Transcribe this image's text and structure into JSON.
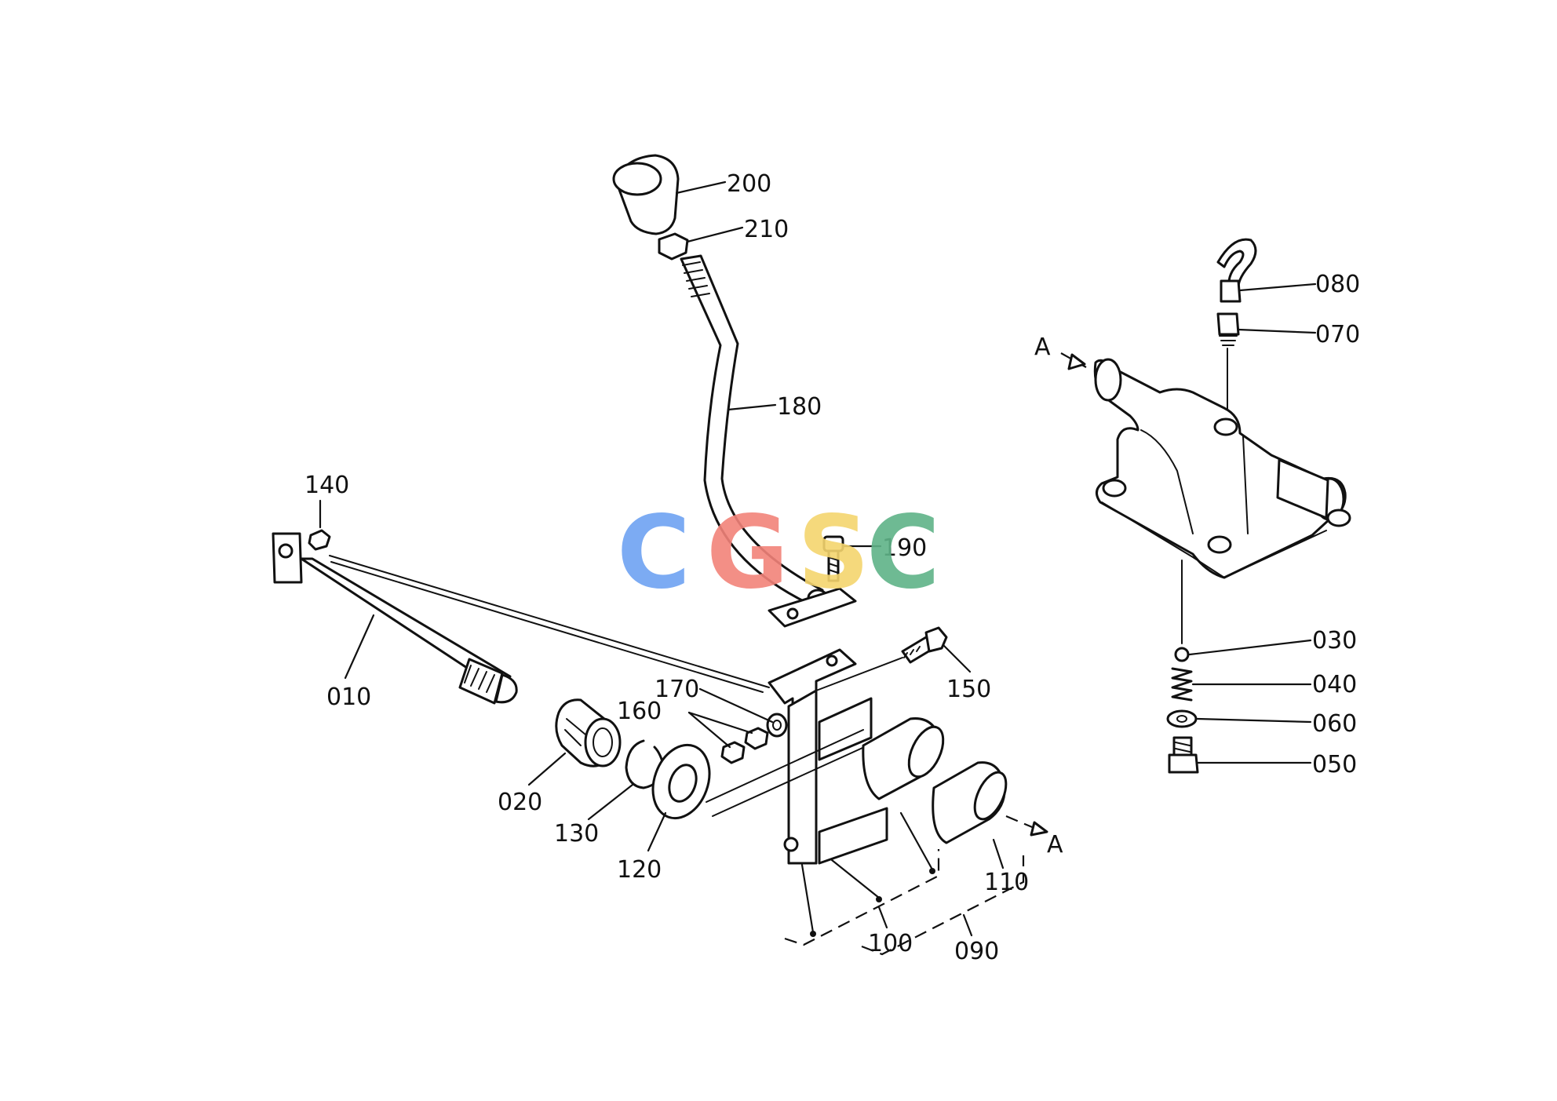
{
  "callouts": {
    "p200": "200",
    "p210": "210",
    "p180": "180",
    "p190": "190",
    "p140": "140",
    "p010": "010",
    "p020": "020",
    "p130": "130",
    "p120": "120",
    "p170": "170",
    "p160": "160",
    "p150": "150",
    "p110": "110",
    "p100": "100",
    "p090": "090",
    "p080": "080",
    "p070": "070",
    "p030": "030",
    "p040": "040",
    "p060": "060",
    "p050": "050",
    "section_a_left": "A",
    "section_a_right": "A"
  },
  "watermark": {
    "letters": [
      "C",
      "G",
      "S",
      "C"
    ],
    "colors": [
      "#6ea3f2",
      "#f2837a",
      "#f5d56e",
      "#5fb388"
    ]
  }
}
